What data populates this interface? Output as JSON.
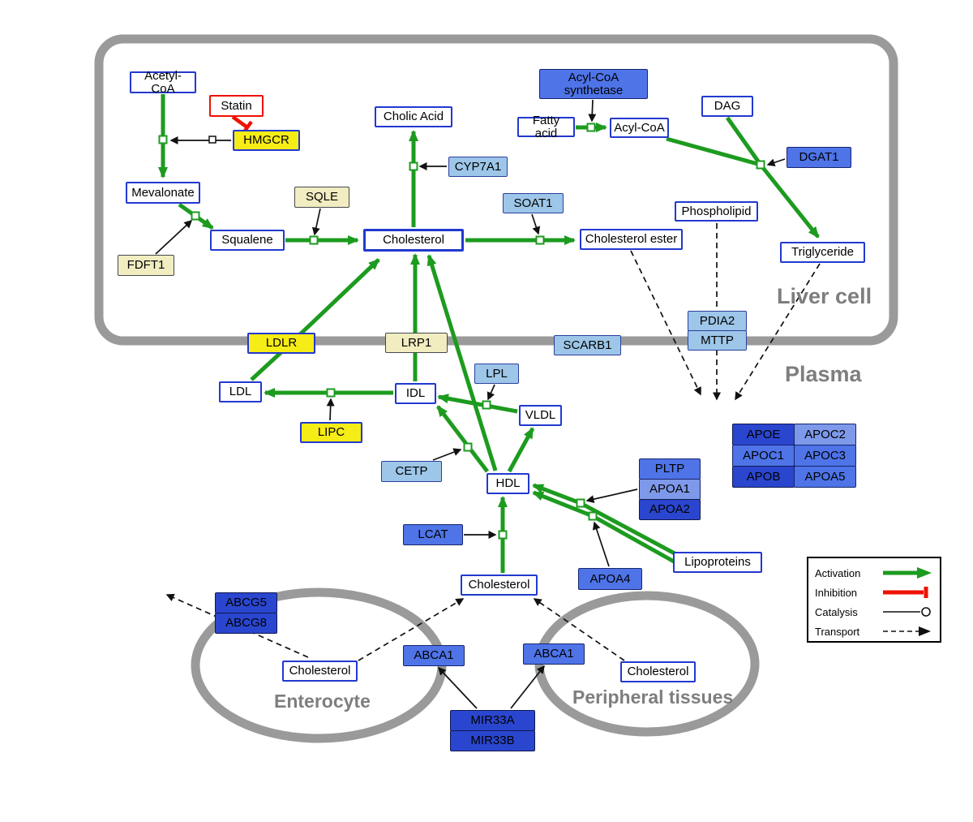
{
  "regions": {
    "liver": "Liver cell",
    "plasma": "Plasma",
    "enterocyte": "Enterocyte",
    "peripheral": "Peripheral tissues"
  },
  "legend": {
    "activation": "Activation",
    "inhibition": "Inhibition",
    "catalysis": "Catalysis",
    "transport": "Transport"
  },
  "colors": {
    "activation_green": "#1d9b1f",
    "inhibition_red": "#ee1100",
    "membrane_gray": "#999999",
    "node_border_blue": "#2239cf",
    "yellow": "#f6ec16",
    "pale_yellow": "#f1edc1",
    "light_blue": "#9dc6e8",
    "medium_blue": "#4e74e8",
    "dark_blue": "#2a46cf"
  },
  "nodes": {
    "acetyl_coa": "Acetyl-CoA",
    "statin": "Statin",
    "hmgcr": "HMGCR",
    "mevalonate": "Mevalonate",
    "fdft1": "FDFT1",
    "squalene": "Squalene",
    "sqle": "SQLE",
    "cholic_acid": "Cholic Acid",
    "cyp7a1": "CYP7A1",
    "cholesterol_liver": "Cholesterol",
    "soat1": "SOAT1",
    "cholesterol_ester": "Cholesterol ester",
    "acyl_coa_synthetase": "Acyl-CoA synthetase",
    "fatty_acid": "Fatty acid",
    "acyl_coa": "Acyl-CoA",
    "dag": "DAG",
    "dgat1": "DGAT1",
    "phospholipid": "Phospholipid",
    "triglyceride": "Triglyceride",
    "ldlr": "LDLR",
    "lrp1": "LRP1",
    "scarb1": "SCARB1",
    "pdia2": "PDIA2",
    "mttp": "MTTP",
    "ldl": "LDL",
    "idl": "IDL",
    "lpl": "LPL",
    "vldl": "VLDL",
    "lipc": "LIPC",
    "cetp": "CETP",
    "hdl": "HDL",
    "lcat": "LCAT",
    "apoe": "APOE",
    "apoc2": "APOC2",
    "apoc1": "APOC1",
    "apoc3": "APOC3",
    "apob": "APOB",
    "apoa5": "APOA5",
    "pltp": "PLTP",
    "apoa1": "APOA1",
    "apoa2": "APOA2",
    "apoa4": "APOA4",
    "lipoproteins": "Lipoproteins",
    "cholesterol_plasma": "Cholesterol",
    "abcg5": "ABCG5",
    "abcg8": "ABCG8",
    "cholesterol_enterocyte": "Cholesterol",
    "abca1_enterocyte": "ABCA1",
    "abca1_peripheral": "ABCA1",
    "cholesterol_peripheral": "Cholesterol",
    "mir33a": "MIR33A",
    "mir33b": "MIR33B"
  }
}
